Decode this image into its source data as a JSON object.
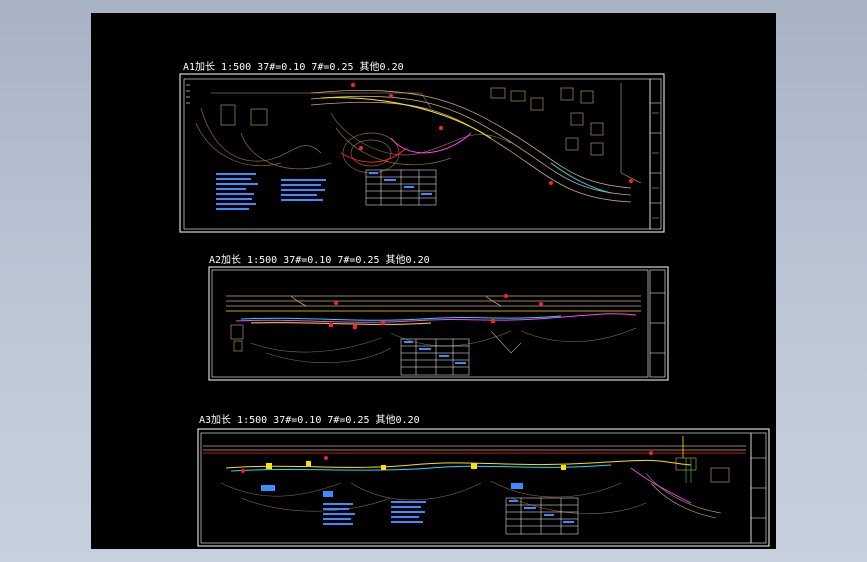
{
  "sheets": [
    {
      "title": "A1加长 1:500 37#=0.10 7#=0.25 其他0.20"
    },
    {
      "title": "A2加长 1:500 37#=0.10 7#=0.25 其他0.20"
    },
    {
      "title": "A3加长 1:500 37#=0.10 7#=0.25 其他0.20"
    }
  ],
  "colors": {
    "viewport": "#000000",
    "frame": "#ffffff",
    "contour": "#8a6a3a",
    "road": "#c8a87a",
    "accent_red": "#ff2020",
    "accent_yellow": "#ffe000",
    "accent_cyan": "#20d8ff",
    "accent_magenta": "#ff40ff",
    "notes_blue": "#3a8cff"
  }
}
